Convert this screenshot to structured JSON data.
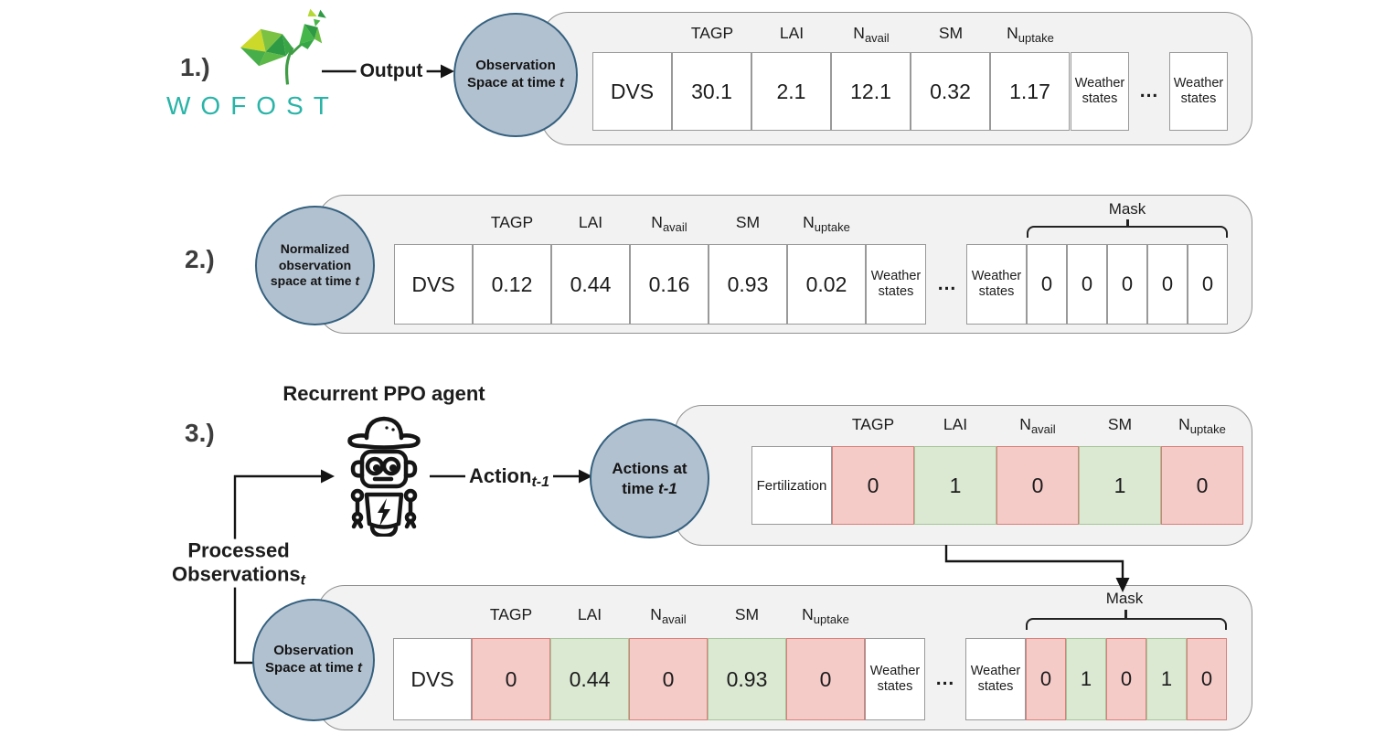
{
  "steps": {
    "s1": "1.)",
    "s2": "2.)",
    "s3": "3.)"
  },
  "logo": {
    "wordmark": "WOFOST"
  },
  "agent": {
    "title": "Recurrent PPO agent"
  },
  "arrow_labels": {
    "output": "Output",
    "action_base": "Action",
    "action_sub": "t-1",
    "processed_line1": "Processed",
    "processed_line2": "Observations",
    "processed_sub": "t"
  },
  "circles": {
    "obs1": {
      "line1": "Observation",
      "line2": "Space at time",
      "it": "t"
    },
    "norm": {
      "line1": "Normalized",
      "line2": "observation",
      "line3": "space at time",
      "it": "t"
    },
    "actions": {
      "line1": "Actions at",
      "line2": "time",
      "it": "t-1"
    },
    "obs3": {
      "line1": "Observation",
      "line2": "Space at time",
      "it": "t"
    }
  },
  "headers": {
    "tagp": "TAGP",
    "lai": "LAI",
    "n": "N",
    "avail": "avail",
    "sm": "SM",
    "uptake": "uptake"
  },
  "weather": {
    "line1": "Weather",
    "line2": "states"
  },
  "ellipsis": "...",
  "mask_label": "Mask",
  "row1": {
    "dvs": "DVS",
    "tagp": "30.1",
    "lai": "2.1",
    "navail": "12.1",
    "sm": "0.32",
    "nuptake": "1.17"
  },
  "row2": {
    "dvs": "DVS",
    "tagp": "0.12",
    "lai": "0.44",
    "navail": "0.16",
    "sm": "0.93",
    "nuptake": "0.02",
    "mask": {
      "m0": "0",
      "m1": "0",
      "m2": "0",
      "m3": "0",
      "m4": "0"
    }
  },
  "row3a": {
    "action": "Fertilization",
    "tagp": "0",
    "lai": "1",
    "navail": "0",
    "sm": "1",
    "nuptake": "0"
  },
  "row3b": {
    "dvs": "DVS",
    "tagp": "0",
    "lai": "0.44",
    "navail": "0",
    "sm": "0.93",
    "nuptake": "0",
    "mask": {
      "m0": "0",
      "m1": "1",
      "m2": "0",
      "m3": "1",
      "m4": "0"
    }
  },
  "colors": {
    "circle_fill": "#b2c1d0",
    "circle_border": "#35617f",
    "box_fill": "#f2f2f2",
    "red_fill": "#f5cbc8",
    "red_border": "#d97f7a",
    "green_fill": "#dbe9d3",
    "green_border": "#a6c599",
    "teal": "#2ab4a8"
  }
}
